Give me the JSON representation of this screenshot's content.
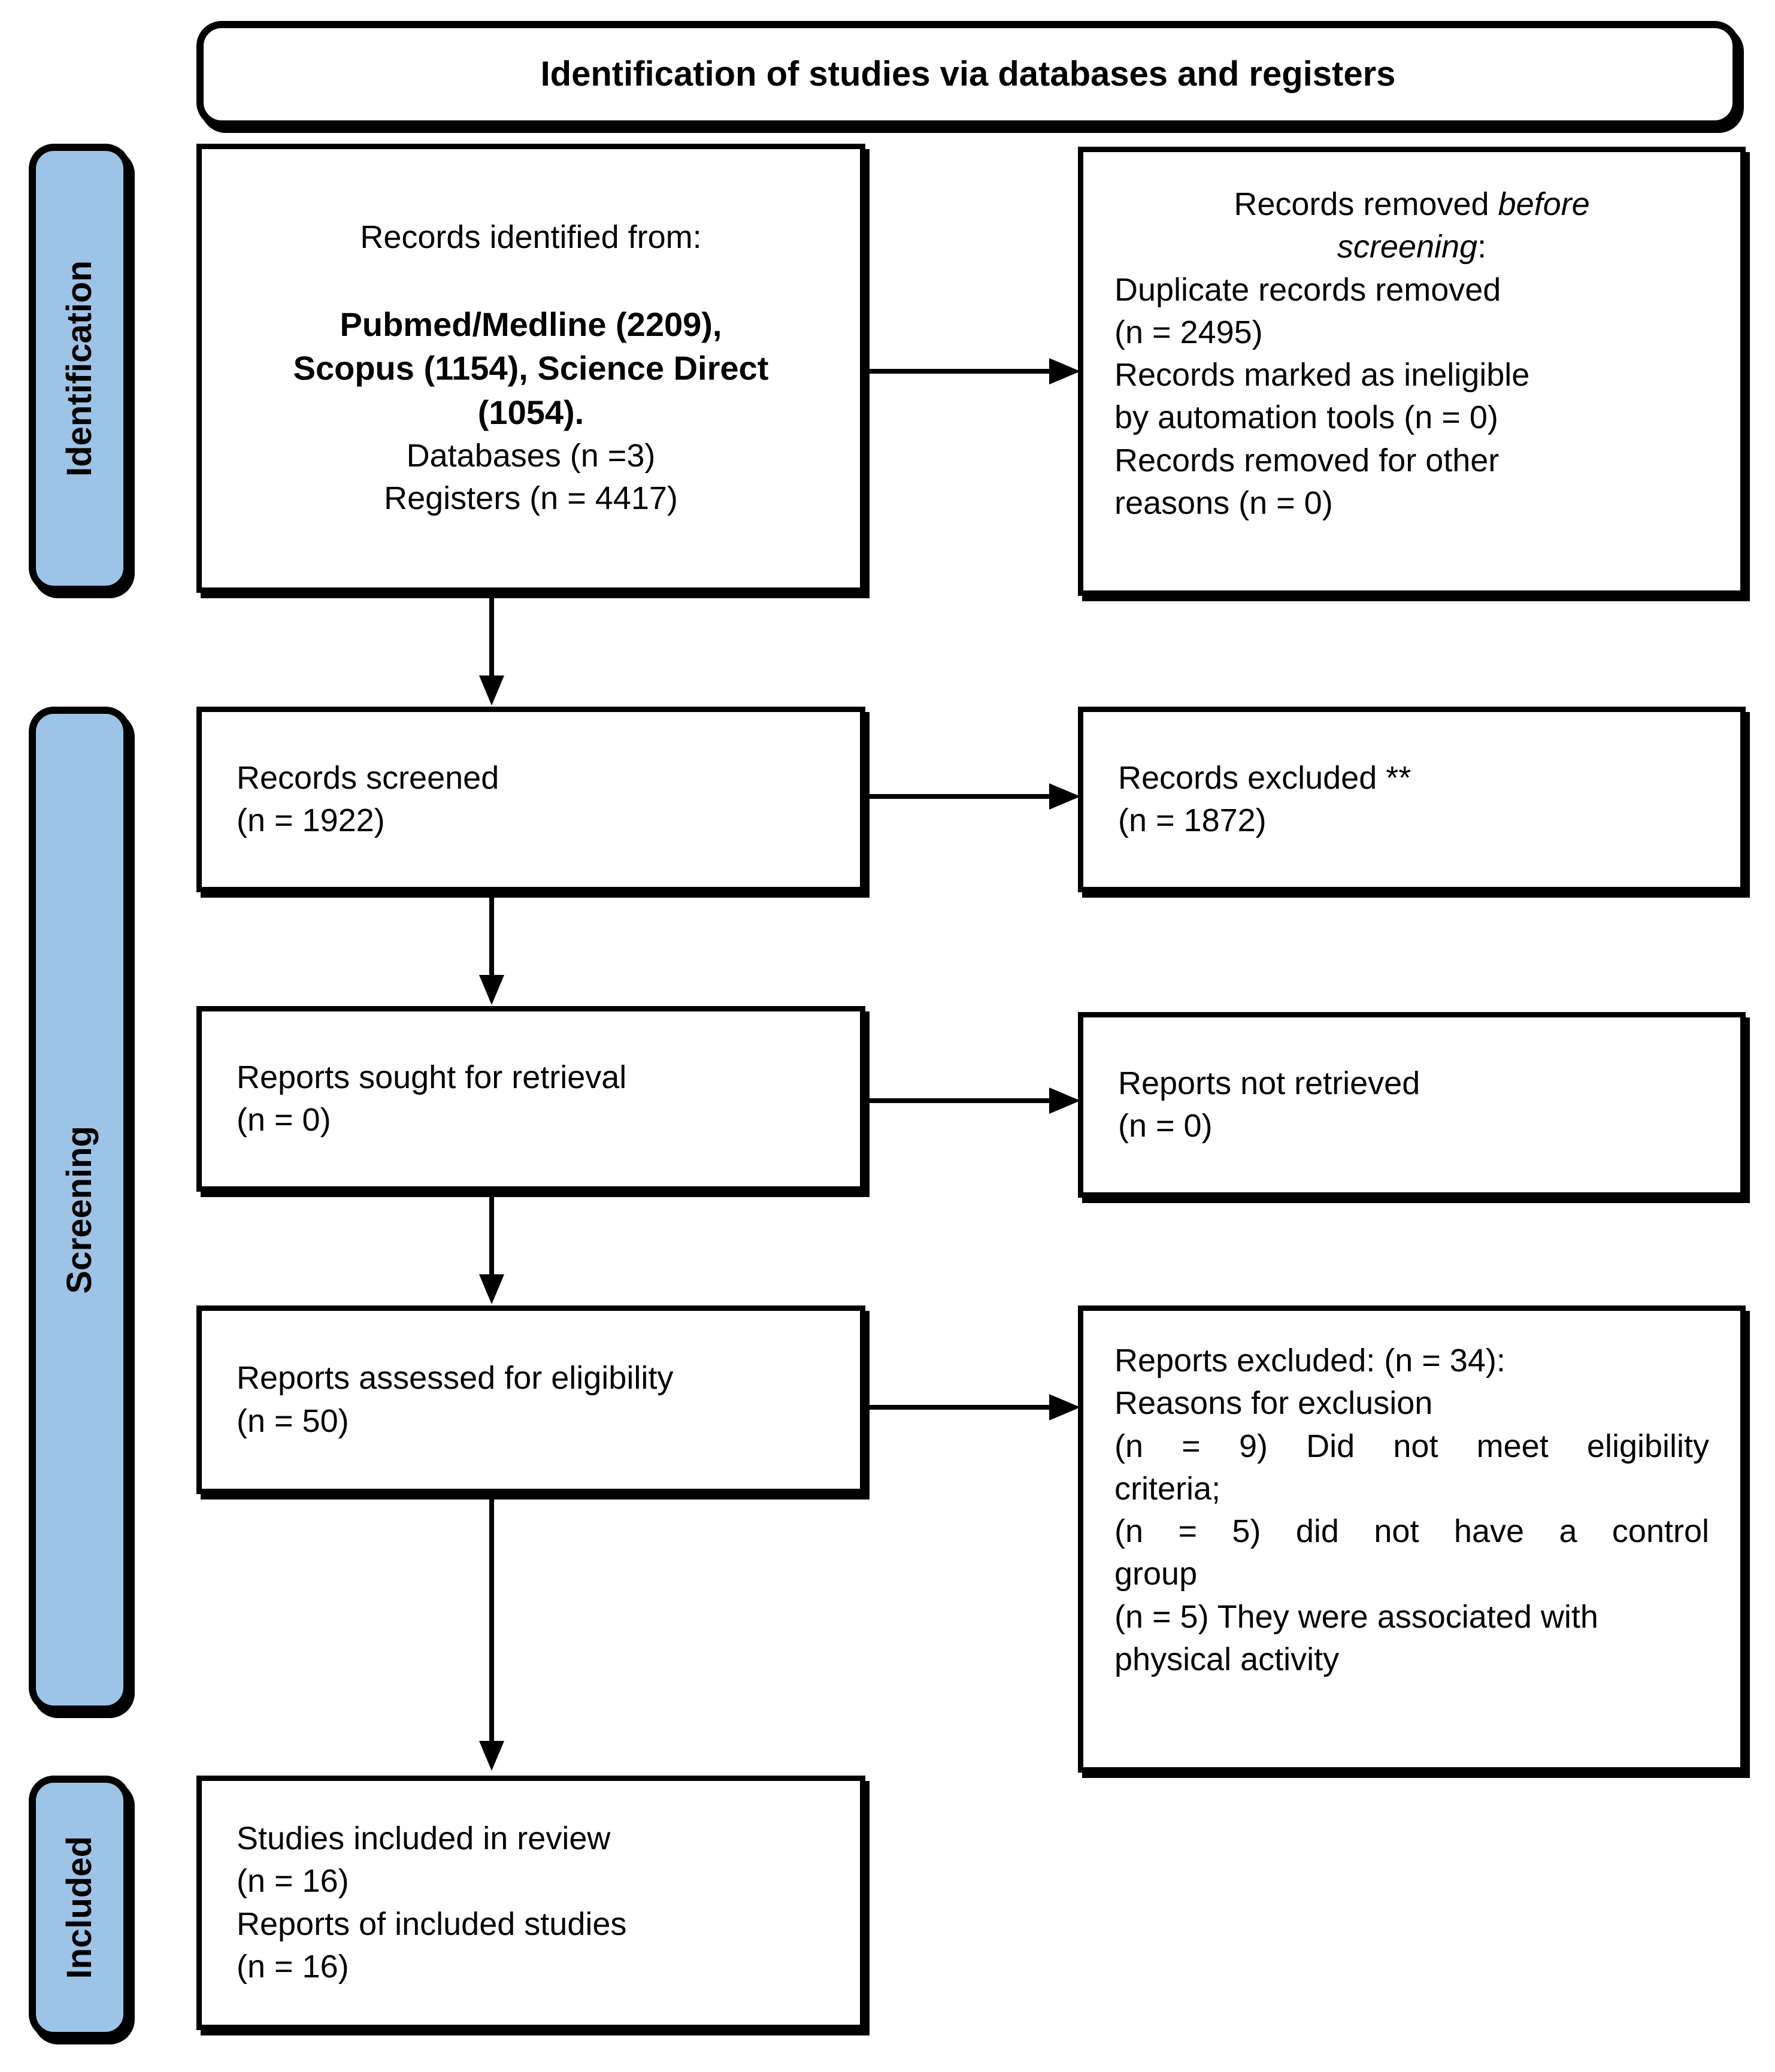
{
  "title": "Identification of studies via databases and registers",
  "sidebar": {
    "identification": "Identification",
    "screening": "Screening",
    "included": "Included"
  },
  "boxes": {
    "identified": {
      "intro": "Records identified from:",
      "sources": [
        "Pubmed/Medline (2209),",
        "Scopus (1154), Science Direct",
        "(1054)."
      ],
      "databases": "Databases (n =3)",
      "registers": "Registers (n = 4417)"
    },
    "removed": {
      "heading_prefix": "Records removed ",
      "heading_italic": "before screening",
      "heading_suffix": ":",
      "lines": [
        "Duplicate records removed",
        "(n = 2495)",
        "Records marked as ineligible",
        "by automation tools (n = 0)",
        "Records removed for other",
        "reasons (n = 0)"
      ]
    },
    "screened": {
      "lines": [
        "Records screened",
        "(n = 1922)"
      ]
    },
    "excluded": {
      "lines": [
        "Records excluded **",
        "(n = 1872)"
      ]
    },
    "sought": {
      "lines": [
        "Reports sought for retrieval",
        "(n = 0)"
      ]
    },
    "not_retrieved": {
      "lines": [
        "Reports not retrieved",
        "(n = 0)"
      ]
    },
    "assessed": {
      "lines": [
        "Reports assessed for eligibility",
        "(n = 50)"
      ]
    },
    "reports_excluded": {
      "lines": [
        "Reports excluded: (n = 34):",
        "Reasons for exclusion",
        "(n = 9) Did not meet eligibility",
        "criteria;",
        "(n = 5) did not have a control",
        "group",
        "(n = 5) They were associated with",
        "physical activity"
      ]
    },
    "included_studies": {
      "lines": [
        "Studies included in review",
        "(n = 16)",
        "Reports of included studies",
        "(n = 16)"
      ]
    }
  },
  "colors": {
    "sidebar_fill": "#9DC3E6",
    "line": "#000000",
    "box_background": "#FFFFFF"
  }
}
